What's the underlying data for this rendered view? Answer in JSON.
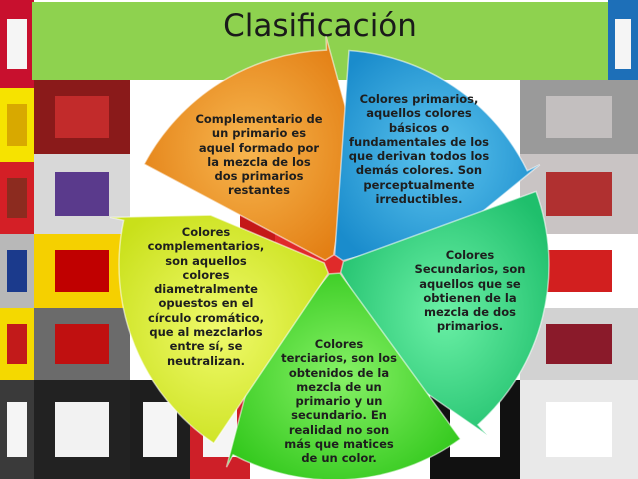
{
  "title": "Clasificación",
  "colors": {
    "title_bar": "#8ed24f",
    "orange": "#f39a2c",
    "blue": "#36a8dd",
    "teal": "#3fd98a",
    "green": "#56e23c",
    "yellow": "#dfef3a"
  },
  "segments": {
    "primarios": "Colores primarios, aquellos colores básicos o fundamentales de los que derivan todos los demás colores. Son perceptualmente irreductibles.",
    "secundarios": "Colores Secundarios, son aquellos que se obtienen de la mezcla de dos primarios.",
    "terciarios": "Colores terciarios, son los obtenidos de la mezcla de un primario y un secundario. En realidad no son más que matices de un color.",
    "complementarios": "Colores complementarios, son aquellos colores diametralmente opuestos en el círculo cromático, que al mezclarlos entre sí, se neutralizan.",
    "complementario_def": "Complementario de un primario es aquel formado por la mezcla de los dos primarios restantes"
  }
}
